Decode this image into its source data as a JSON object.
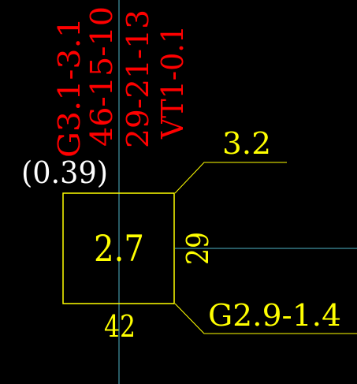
{
  "colors": {
    "background": "#000000",
    "axis": "#4fb6c8",
    "outline": "#ffff00",
    "red_text": "#ff0000",
    "white_text": "#ffffff",
    "yellow_text": "#ffff00"
  },
  "column": {
    "size_label": "2.7",
    "elevation_label": "(0.39)",
    "right_dim_label": "29",
    "bottom_dim_label": "42"
  },
  "red_annotations": {
    "line1": "G3.1-3.1",
    "line2": "46-15-10",
    "line3": "29-21-13",
    "line4": "VT1-0.1"
  },
  "leaders": {
    "upper_label": "3.2",
    "lower_label": "G2.9-1.4"
  }
}
